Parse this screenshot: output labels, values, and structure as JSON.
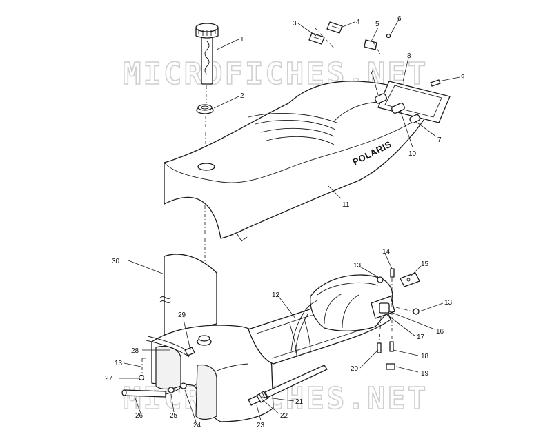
{
  "watermark": "MICROFICHES.NET",
  "seat_logo": "POLARIS",
  "callouts": {
    "c1": "1",
    "c2": "2",
    "c3": "3",
    "c4": "4",
    "c5": "5",
    "c6": "6",
    "c7a": "7",
    "c7b": "7",
    "c8": "8",
    "c9": "9",
    "c10": "10",
    "c11": "11",
    "c12": "12",
    "c13a": "13",
    "c13b": "13",
    "c13c": "13",
    "c14": "14",
    "c15": "15",
    "c16": "16",
    "c17": "17",
    "c18": "18",
    "c19": "19",
    "c20": "20",
    "c21": "21",
    "c22": "22",
    "c23": "23",
    "c24": "24",
    "c25": "25",
    "c26": "26",
    "c27": "27",
    "c28": "28",
    "c29": "29",
    "c30": "30"
  }
}
